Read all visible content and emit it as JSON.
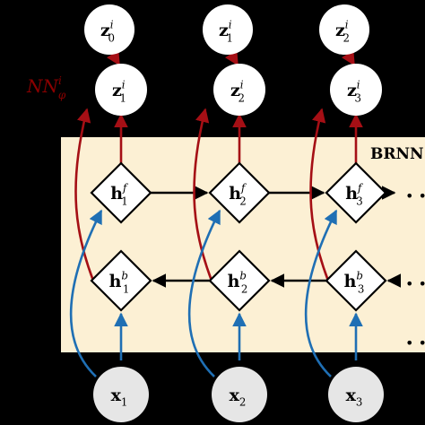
{
  "colors": {
    "background": "#000000",
    "panel": "#fcf0d4",
    "node_fill": "#ffffff",
    "input_fill": "#e6e6e6",
    "forward_arrow": "#a50f15",
    "input_arrow": "#1f6fb4",
    "edge": "#000000"
  },
  "panel_label": "BRNN",
  "nn_label": {
    "base": "NN",
    "sup": "i",
    "sub": "φ"
  },
  "prior_nodes": [
    {
      "base": "z",
      "sup": "i",
      "sub": "0"
    },
    {
      "base": "z",
      "sup": "i",
      "sub": "1"
    },
    {
      "base": "z",
      "sup": "i",
      "sub": "2"
    }
  ],
  "latent_nodes": [
    {
      "base": "z",
      "sup": "i",
      "sub": "1"
    },
    {
      "base": "z",
      "sup": "i",
      "sub": "2"
    },
    {
      "base": "z",
      "sup": "i",
      "sub": "3"
    }
  ],
  "forward_nodes": [
    {
      "base": "h",
      "sup": "f",
      "sub": "1"
    },
    {
      "base": "h",
      "sup": "f",
      "sub": "2"
    },
    {
      "base": "h",
      "sup": "f",
      "sub": "3"
    }
  ],
  "backward_nodes": [
    {
      "base": "h",
      "sup": "b",
      "sub": "1"
    },
    {
      "base": "h",
      "sup": "b",
      "sub": "2"
    },
    {
      "base": "h",
      "sup": "b",
      "sub": "3"
    }
  ],
  "input_nodes": [
    {
      "base": "x",
      "sub": "1"
    },
    {
      "base": "x",
      "sub": "2"
    },
    {
      "base": "x",
      "sub": "3"
    }
  ],
  "continuation": "• • •"
}
